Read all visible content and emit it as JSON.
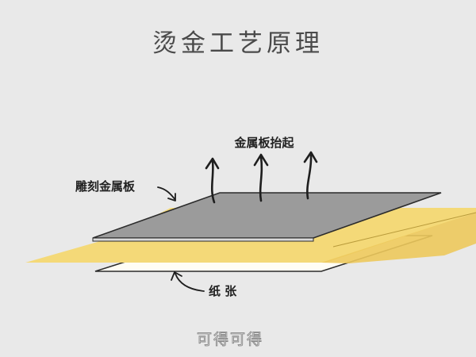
{
  "title": "烫金工艺原理",
  "labels": {
    "lift": "金属板抬起",
    "plate": "雕刻金属板",
    "paper": "纸 张"
  },
  "watermark": "可得可得",
  "colors": {
    "background": "#e9e9e9",
    "plate_fill": "#9b9b9b",
    "foil_fill": "#f4d978",
    "foil_edge": "#e9c24b",
    "paper_fill": "#fffdf4",
    "stroke": "#2b2b2b",
    "title": "#4a4a4a"
  },
  "icons": [
    "arrow-up-icon",
    "arrow-pointer-icon"
  ]
}
